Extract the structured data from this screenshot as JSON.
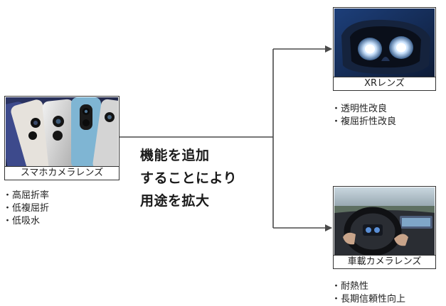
{
  "source_card": {
    "caption": "スマホカメラレンズ",
    "bullets": [
      "高屈折率",
      "低複屈折",
      "低吸水"
    ]
  },
  "main_label": [
    "機能を追加",
    "することにより",
    "用途を拡大"
  ],
  "targets": [
    {
      "caption": "XRレンズ",
      "bullets": [
        "透明性改良",
        "複屈折性改良"
      ]
    },
    {
      "caption": "車載カメラレンズ",
      "bullets": [
        "耐熱性",
        "長期信頼性向上"
      ]
    }
  ],
  "colors": {
    "line": "#4a4a4a",
    "border": "#333333"
  }
}
